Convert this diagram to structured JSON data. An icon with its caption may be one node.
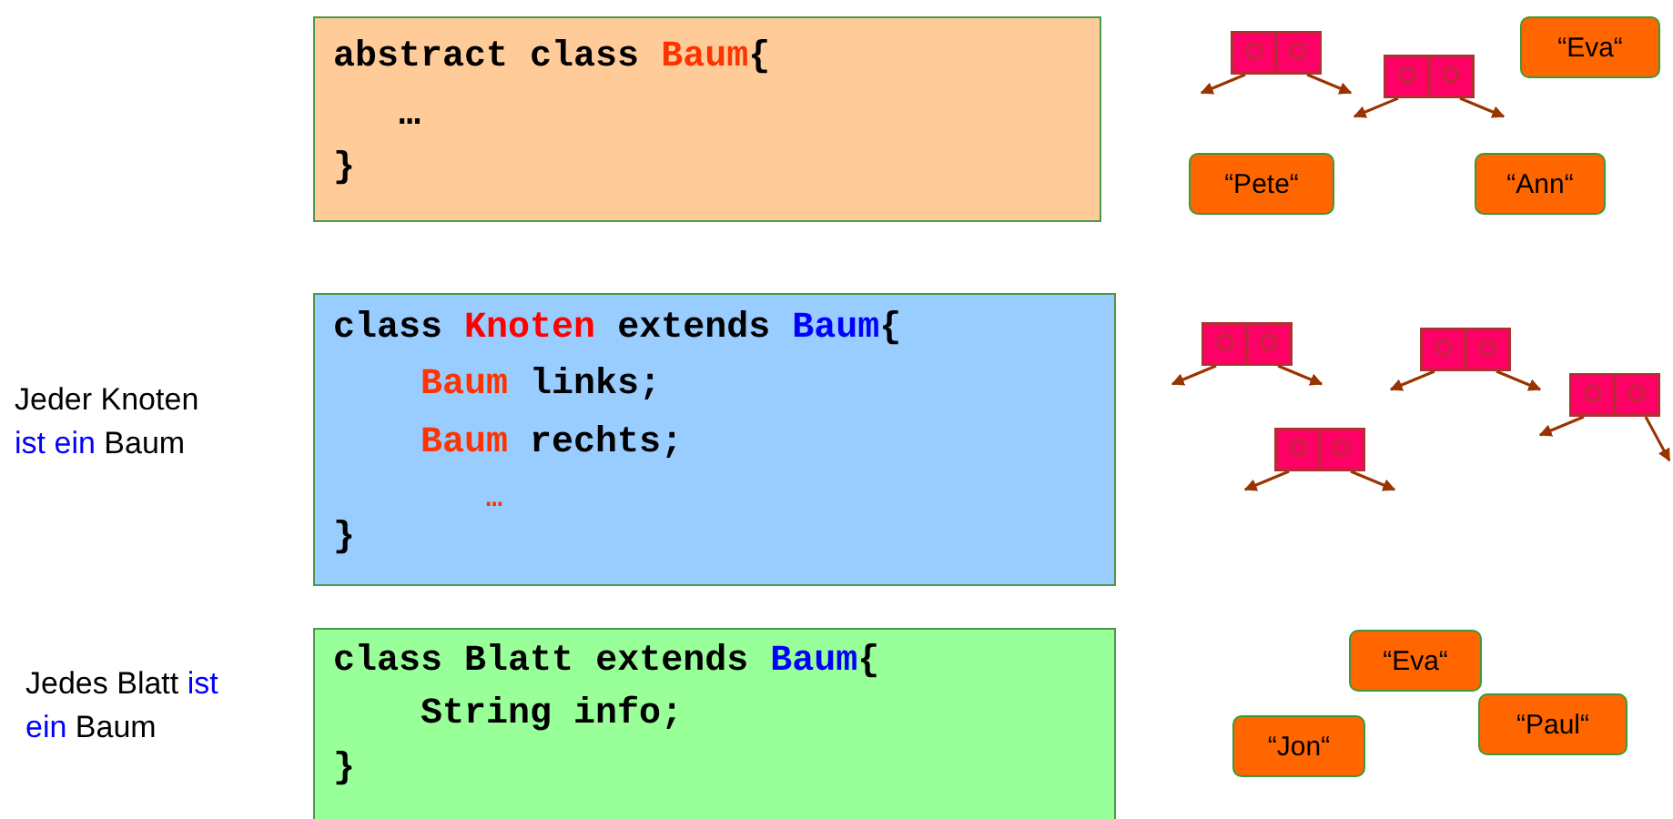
{
  "diagram": {
    "nodes": [
      {
        "text": [
          "abstract class Baum{",
          "…",
          "}"
        ]
      },
      {
        "text": [],
        "shape": "box"
      },
      {
        "text": [],
        "shape": "box"
      },
      {
        "text": [
          "“Pete“"
        ]
      },
      {
        "text": [
          "“Ann“"
        ]
      },
      {
        "text": [
          "“Eva“"
        ]
      },
      {
        "text": [
          "class Knoten extends Baum{",
          "Baum links;",
          "Baum rechts;",
          "…",
          "}"
        ]
      },
      {
        "text": [],
        "shape": "box"
      },
      {
        "text": [],
        "shape": "box"
      },
      {
        "text": [],
        "shape": "box"
      },
      {
        "text": [],
        "shape": "box"
      },
      {
        "text": [
          "class Blatt extends Baum{",
          "String info;",
          "}"
        ]
      },
      {
        "text": [
          "“Eva“"
        ]
      },
      {
        "text": [
          "“Paul“"
        ]
      },
      {
        "text": [
          "“Jon“"
        ]
      }
    ],
    "edges": [
      {
        "from": 1,
        "to": null,
        "arrow": "to"
      },
      {
        "from": 1,
        "to": null,
        "arrow": "to"
      },
      {
        "from": 2,
        "to": null,
        "arrow": "to"
      },
      {
        "from": 2,
        "to": null,
        "arrow": "to"
      },
      {
        "from": 7,
        "to": null,
        "arrow": "to"
      },
      {
        "from": 7,
        "to": null,
        "arrow": "to"
      },
      {
        "from": 8,
        "to": null,
        "arrow": "to"
      },
      {
        "from": 8,
        "to": null,
        "arrow": "to"
      },
      {
        "from": 9,
        "to": null,
        "arrow": "to"
      },
      {
        "from": 9,
        "to": null,
        "arrow": "to"
      },
      {
        "from": 10,
        "to": null,
        "arrow": "to"
      },
      {
        "from": 10,
        "to": null,
        "arrow": "to"
      }
    ],
    "labels": [
      "Jeder Knoten ist ein Baum",
      "Jedes Blatt ist ein Baum"
    ]
  }
}
